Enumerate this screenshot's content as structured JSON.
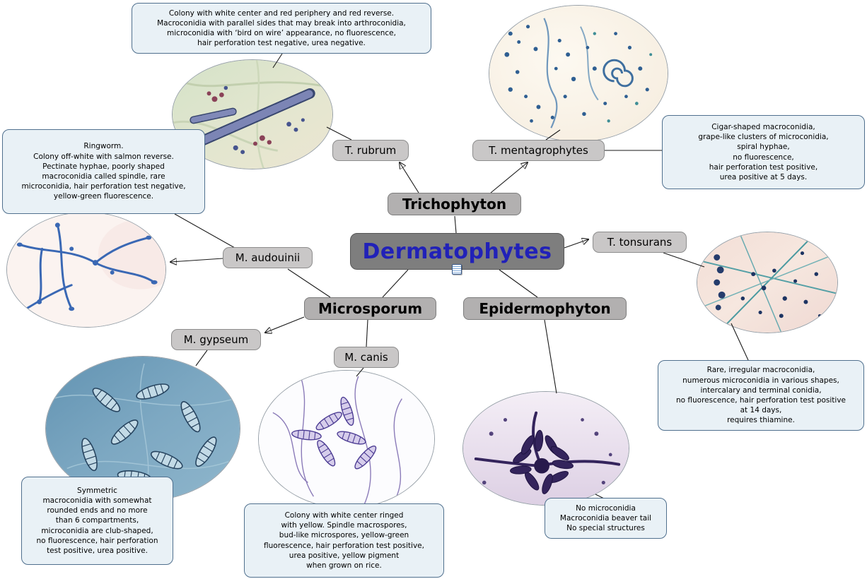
{
  "center_node": {
    "label": "Dermatophytes"
  },
  "genus_nodes": {
    "trichophyton": {
      "label": "Trichophyton"
    },
    "microsporum": {
      "label": "Microsporum"
    },
    "epidermophyton": {
      "label": "Epidermophyton"
    }
  },
  "species_nodes": {
    "t_rubrum": {
      "label": "T. rubrum"
    },
    "t_mentagrophytes": {
      "label": "T. mentagrophytes"
    },
    "t_tonsurans": {
      "label": "T. tonsurans"
    },
    "m_audouinii": {
      "label": "M. audouinii"
    },
    "m_gypseum": {
      "label": "M. gypseum"
    },
    "m_canis": {
      "label": "M. canis"
    }
  },
  "notes": {
    "t_rubrum": "Colony with white center and red periphery and red reverse.\nMacroconidia with parallel sides that may break into arthroconidia,\nmicroconidia with ‘bird on wire’ appearance, no fluorescence,\nhair perforation test negative, urea negative.",
    "m_audouinii": "Ringworm.\nColony off-white with salmon reverse.\nPectinate hyphae, poorly shaped\nmacroconidia called spindle, rare\nmicroconidia, hair perforation test negative,\nyellow-green fluorescence.",
    "t_mentagrophytes": "Cigar-shaped macroconidia,\ngrape-like clusters of microconidia,\nspiral hyphae,\nno fluorescence,\nhair perforation test positive,\nurea positive at 5 days.",
    "t_tonsurans": "Rare, irregular macroconidia,\nnumerous microconidia in various shapes,\nintercalary and terminal conidia,\nno fluorescence, hair perforation test positive\nat 14 days,\nrequires thiamine.",
    "m_gypseum": "Symmetric\nmacroconidia with somewhat\nrounded ends and no more\nthan 6 compartments,\nmicroconidia are club-shaped,\nno fluorescence, hair perforation\ntest positive, urea positive.",
    "m_canis": "Colony with white center ringed\nwith yellow. Spindle macrospores,\nbud-like microspores, yellow-green\nfluorescence, hair perforation test positive,\nurea positive, yellow pigment\nwhen grown on rice.",
    "epidermophyton": "No microconidia\nMacroconidia beaver tail\nNo special structures"
  },
  "icons": {
    "note_attachment": "document-note"
  },
  "colors": {
    "center_text": "#2121b8",
    "center_bg": "#7e7e7e",
    "genus_bg": "#b2b0b0",
    "species_bg": "#c9c7c7",
    "note_bg": "#e9f1f6",
    "note_border": "#50708e"
  }
}
